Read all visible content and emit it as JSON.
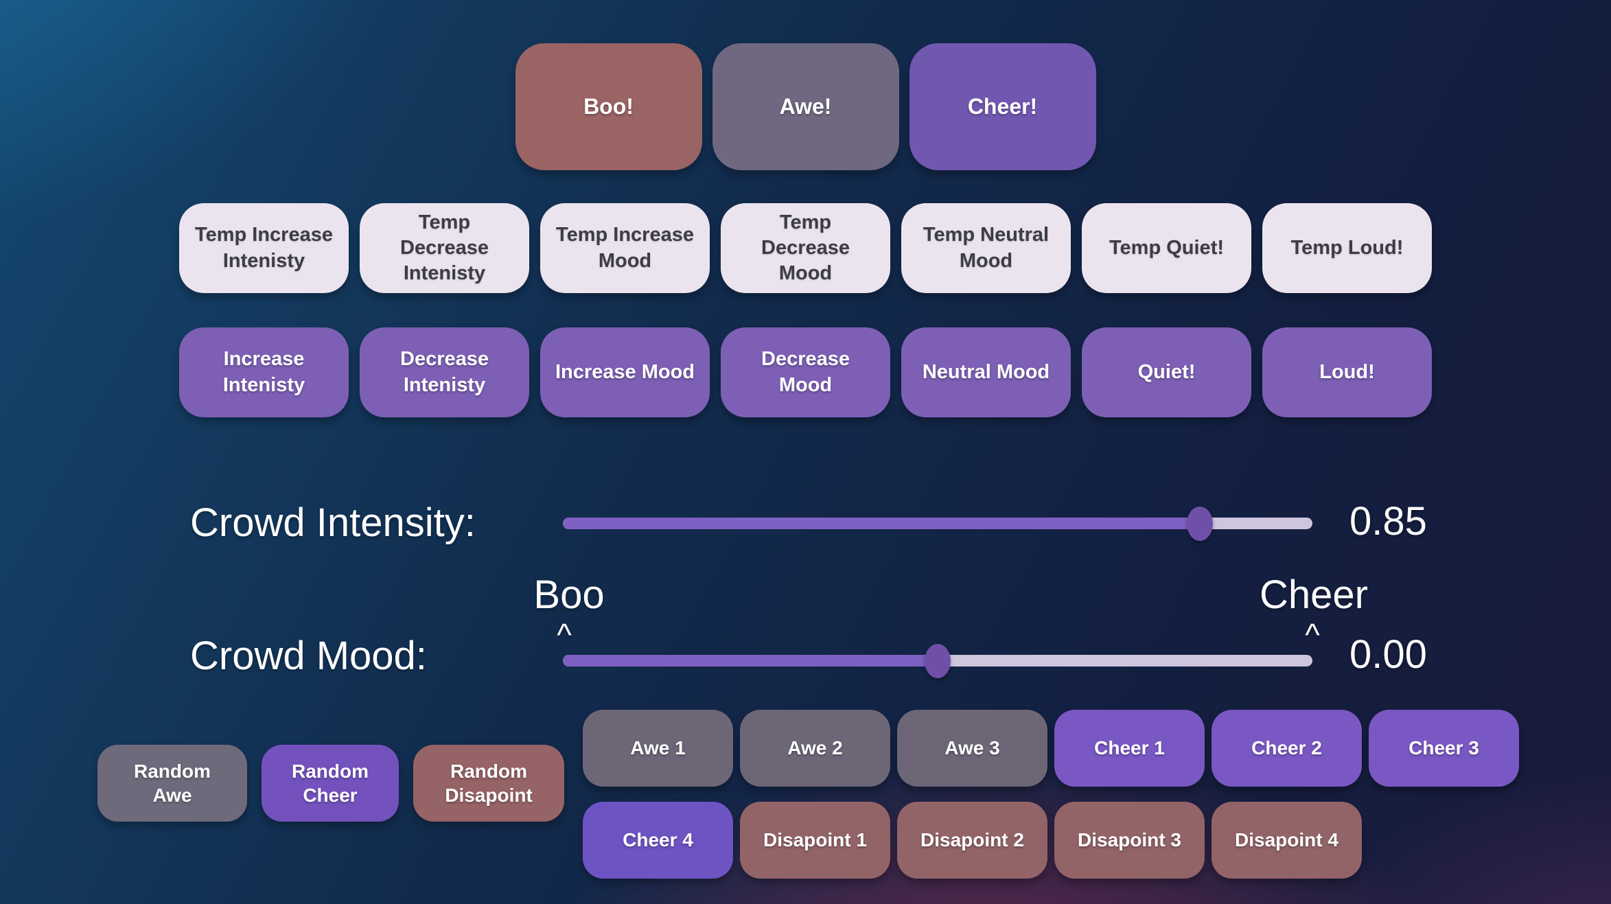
{
  "colors": {
    "boo_mauve": "#9a6364",
    "awe_gray": "#6f6880",
    "cheer_purple": "#7257b0",
    "temp_button_bg": "#ebe4ef",
    "temp_button_text": "#3d3d47",
    "action_purple": "#7d60b5",
    "random_awe_gray": "#6f6a7b",
    "random_cheer_purple": "#7452be",
    "random_disapoint_mauve": "#966366",
    "preset_awe_gray": "#6c6677",
    "preset_cheer_purple": "#7a58c3",
    "cheer4_purple": "#6e53c3",
    "disapoint_mauve": "#926468",
    "slider_fill": "#7f60c3",
    "slider_track": "#cdc6dd",
    "slider_thumb": "#6e50a9",
    "label_text": "#ffffff"
  },
  "reactions": {
    "boo": "Boo!",
    "awe": "Awe!",
    "cheer": "Cheer!"
  },
  "temp_buttons": [
    {
      "label": "Temp Increase\nIntenisty"
    },
    {
      "label": "Temp\nDecrease\nIntenisty"
    },
    {
      "label": "Temp Increase\nMood"
    },
    {
      "label": "Temp\nDecrease\nMood"
    },
    {
      "label": "Temp Neutral\nMood"
    },
    {
      "label": "Temp Quiet!"
    },
    {
      "label": "Temp Loud!"
    }
  ],
  "action_buttons": [
    {
      "label": "Increase\nIntenisty"
    },
    {
      "label": "Decrease\nIntenisty"
    },
    {
      "label": "Increase Mood"
    },
    {
      "label": "Decrease\nMood"
    },
    {
      "label": "Neutral Mood"
    },
    {
      "label": "Quiet!"
    },
    {
      "label": "Loud!"
    }
  ],
  "intensity": {
    "label": "Crowd Intensity:",
    "value": "0.85",
    "percent": 85
  },
  "mood": {
    "label": "Crowd Mood:",
    "value": "0.00",
    "percent": 50,
    "left_label": "Boo",
    "right_label": "Cheer",
    "left_caret": "^",
    "right_caret": "^"
  },
  "random_buttons": [
    {
      "label": "Random\nAwe"
    },
    {
      "label": "Random\nCheer"
    },
    {
      "label": "Random\nDisapoint"
    }
  ],
  "presets_row1": [
    {
      "label": "Awe 1"
    },
    {
      "label": "Awe 2"
    },
    {
      "label": "Awe 3"
    },
    {
      "label": "Cheer 1"
    },
    {
      "label": "Cheer 2"
    },
    {
      "label": "Cheer 3"
    }
  ],
  "presets_row2": [
    {
      "label": "Cheer 4"
    },
    {
      "label": "Disapoint 1"
    },
    {
      "label": "Disapoint 2"
    },
    {
      "label": "Disapoint 3"
    },
    {
      "label": "Disapoint 4"
    }
  ]
}
